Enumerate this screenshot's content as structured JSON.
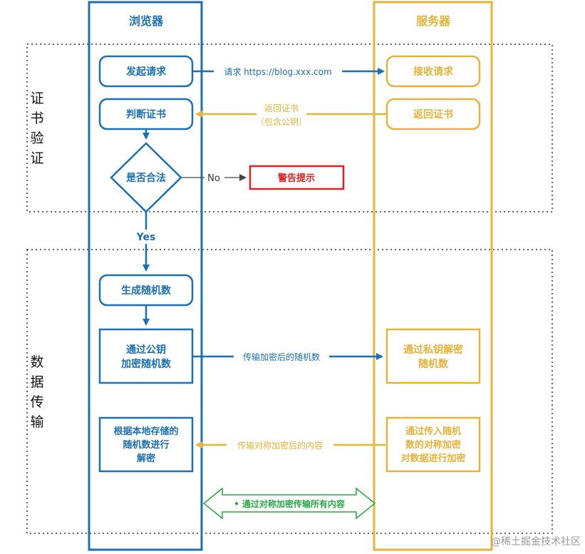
{
  "lanes": {
    "browser": "浏览器",
    "server": "服务器"
  },
  "sections": {
    "verify": [
      "证",
      "书",
      "验",
      "证"
    ],
    "transfer": [
      "数",
      "据",
      "传",
      "输"
    ]
  },
  "nodes": {
    "send_request": "发起请求",
    "check_cert": "判断证书",
    "is_valid": "是否合法",
    "warning": "警告提示",
    "gen_random": "生成随机数",
    "encrypt_random": [
      "通过公钥",
      "加密随机数"
    ],
    "decrypt_local": [
      "根据本地存储的",
      "随机数进行",
      "解密"
    ],
    "receive_request": "接收请求",
    "return_cert": "返回证书",
    "decrypt_private": [
      "通过私钥解密",
      "随机数"
    ],
    "encrypt_sym": [
      "通过传入随机",
      "数的对称加密",
      "对数据进行加密"
    ]
  },
  "edges": {
    "request": "请求 https://blog.xxx.com",
    "return_cert": [
      "返回证书",
      "（包含公钥）"
    ],
    "no": "No",
    "yes": "Yes",
    "send_encrypted": "传输加密后的随机数",
    "send_sym": "传输对称加密后的内容",
    "both_ways": "• 通过对称加密传输所有内容"
  },
  "watermark": "@稀土掘金技术社区",
  "colors": {
    "blue": "#1a6fb5",
    "yellow": "#e5b23a",
    "red": "#e02020",
    "green": "#28a745",
    "gray": "#555555"
  }
}
